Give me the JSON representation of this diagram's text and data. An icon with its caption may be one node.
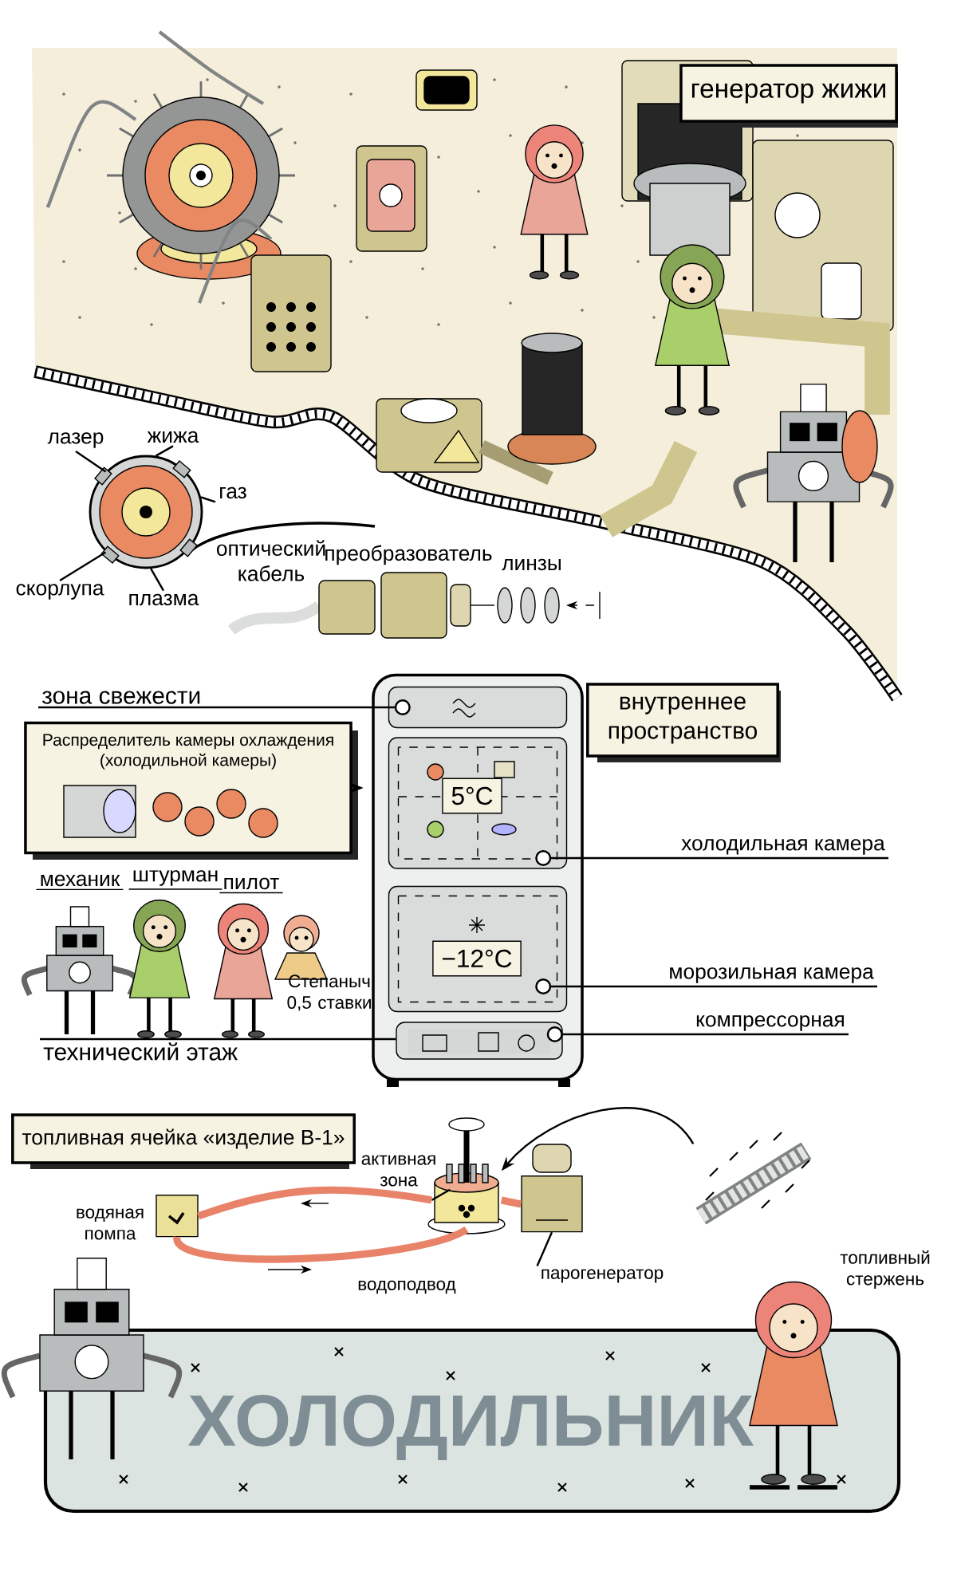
{
  "diagram": {
    "title": "ХОЛОДИЛЬНИК",
    "nodes": [
      {
        "text": [
          "генератор жижи"
        ]
      },
      {
        "text": [
          "лазер"
        ]
      },
      {
        "text": [
          "жижа"
        ]
      },
      {
        "text": [
          "газ"
        ]
      },
      {
        "text": [
          "скорлупа"
        ]
      },
      {
        "text": [
          "плазма"
        ]
      },
      {
        "text": [
          "зона свежести"
        ]
      },
      {
        "text": [],
        "shape": "box"
      },
      {
        "text": [],
        "shape": "box",
        "in": 7
      },
      {
        "text": [],
        "shape": "box",
        "in": 7
      },
      {
        "text": [
          "5°C"
        ],
        "in": 9
      },
      {
        "text": [],
        "shape": "box",
        "in": 7
      },
      {
        "text": [
          "−12°C"
        ],
        "in": 11
      },
      {
        "text": [],
        "shape": "box",
        "in": 7
      },
      {
        "text": [
          "внутреннее пространство"
        ]
      },
      {
        "text": [
          "Распределитель камеры охлаждения (холодильной камеры)"
        ]
      },
      {
        "text": [
          "холодильная камера"
        ]
      },
      {
        "text": [
          "морозильная камера"
        ]
      },
      {
        "text": [
          "компрессорная"
        ]
      },
      {
        "text": [
          "технический этаж"
        ]
      },
      {
        "text": [
          "топливная ячейка «изделие В-1»"
        ]
      },
      {
        "text": [
          "активная зона"
        ]
      },
      {
        "text": [],
        "shape": "picture"
      },
      {
        "text": [],
        "shape": "cylinder"
      },
      {
        "text": [
          "парогенератор"
        ]
      },
      {
        "text": [],
        "shape": "cylinder",
        "beside": [
          "водяная помпа"
        ]
      },
      {
        "text": [],
        "shape": "picture",
        "beside": [
          "топливный стержень"
        ]
      },
      {
        "text": [],
        "shape": "circle"
      }
    ],
    "edges": [
      {
        "from": 1,
        "to": 27,
        "arrow": "none"
      },
      {
        "from": 2,
        "to": 27,
        "arrow": "none"
      },
      {
        "from": 3,
        "to": 27,
        "arrow": "none"
      },
      {
        "from": 4,
        "to": 27,
        "arrow": "none"
      },
      {
        "from": 5,
        "to": 27,
        "arrow": "none"
      },
      {
        "from": 6,
        "to": 8,
        "arrow": "other"
      },
      {
        "from": 15,
        "to": 7,
        "arrow": "to"
      },
      {
        "from": 16,
        "to": 9,
        "arrow": "other"
      },
      {
        "from": 17,
        "to": 11,
        "arrow": "other"
      },
      {
        "from": 18,
        "to": 13,
        "arrow": "other"
      },
      {
        "from": 19,
        "to": 13,
        "arrow": "none"
      },
      {
        "from": 21,
        "to": 22,
        "arrow": "none"
      },
      {
        "from": 24,
        "to": 23,
        "arrow": "none"
      },
      {
        "from": 26,
        "to": 22,
        "arrow": "to"
      },
      {
        "from": 22,
        "to": 25,
        "arrow": "none",
        "style": "thick",
        "color": "#e8836a"
      },
      {
        "from": 25,
        "to": 22,
        "arrow": "none",
        "style": "thick",
        "color": "#e8836a"
      },
      {
        "from": 22,
        "to": 23,
        "arrow": "none",
        "style": "thick",
        "color": "#e8836a"
      }
    ],
    "labels": [
      "оптический кабель",
      "преобразователь",
      "линзы",
      "механик",
      "штурман",
      "пилот",
      "Степаныч 0,5 ставки",
      "водоподвод"
    ]
  }
}
